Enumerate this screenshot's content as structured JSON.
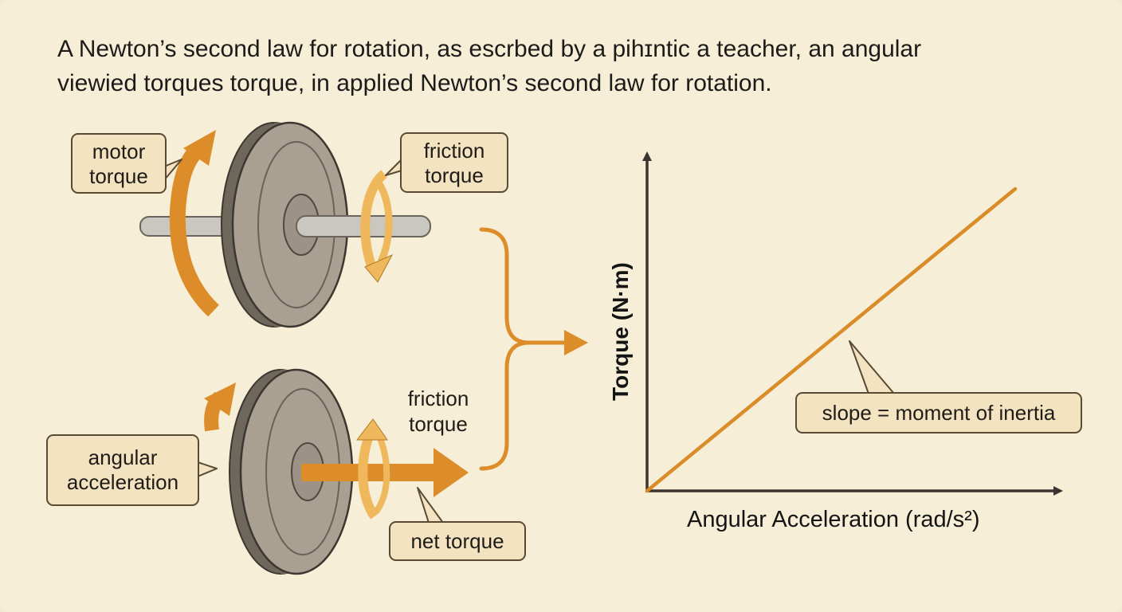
{
  "headline": {
    "line1": "A Newton’s second law for rotation, as escrbed by a pihɪntic a teacher, an angular",
    "line2": "viewied torques torque, in applied Newton’s second law for rotation."
  },
  "top_wheel": {
    "motor_torque": [
      "motor",
      "torque"
    ],
    "friction_torque": [
      "friction",
      "torque"
    ]
  },
  "bottom_wheel": {
    "angular_acceleration": [
      "angular",
      "acceleration"
    ],
    "friction_torque": [
      "friction",
      "torque"
    ],
    "net_torque": "net torque"
  },
  "graph": {
    "y_axis_label": "Torque (N·m)",
    "x_axis_label": "Angular Acceleration (rad/s²)",
    "slope_note": "slope = moment of inertia"
  },
  "colors": {
    "background": "#f6eed6",
    "arrow_orange": "#dd8c2a",
    "arrow_light": "#f0b85c",
    "wheel_face": "#aaa092",
    "wheel_rim": "#6e675c",
    "callout_fill": "#f3e3c0"
  }
}
